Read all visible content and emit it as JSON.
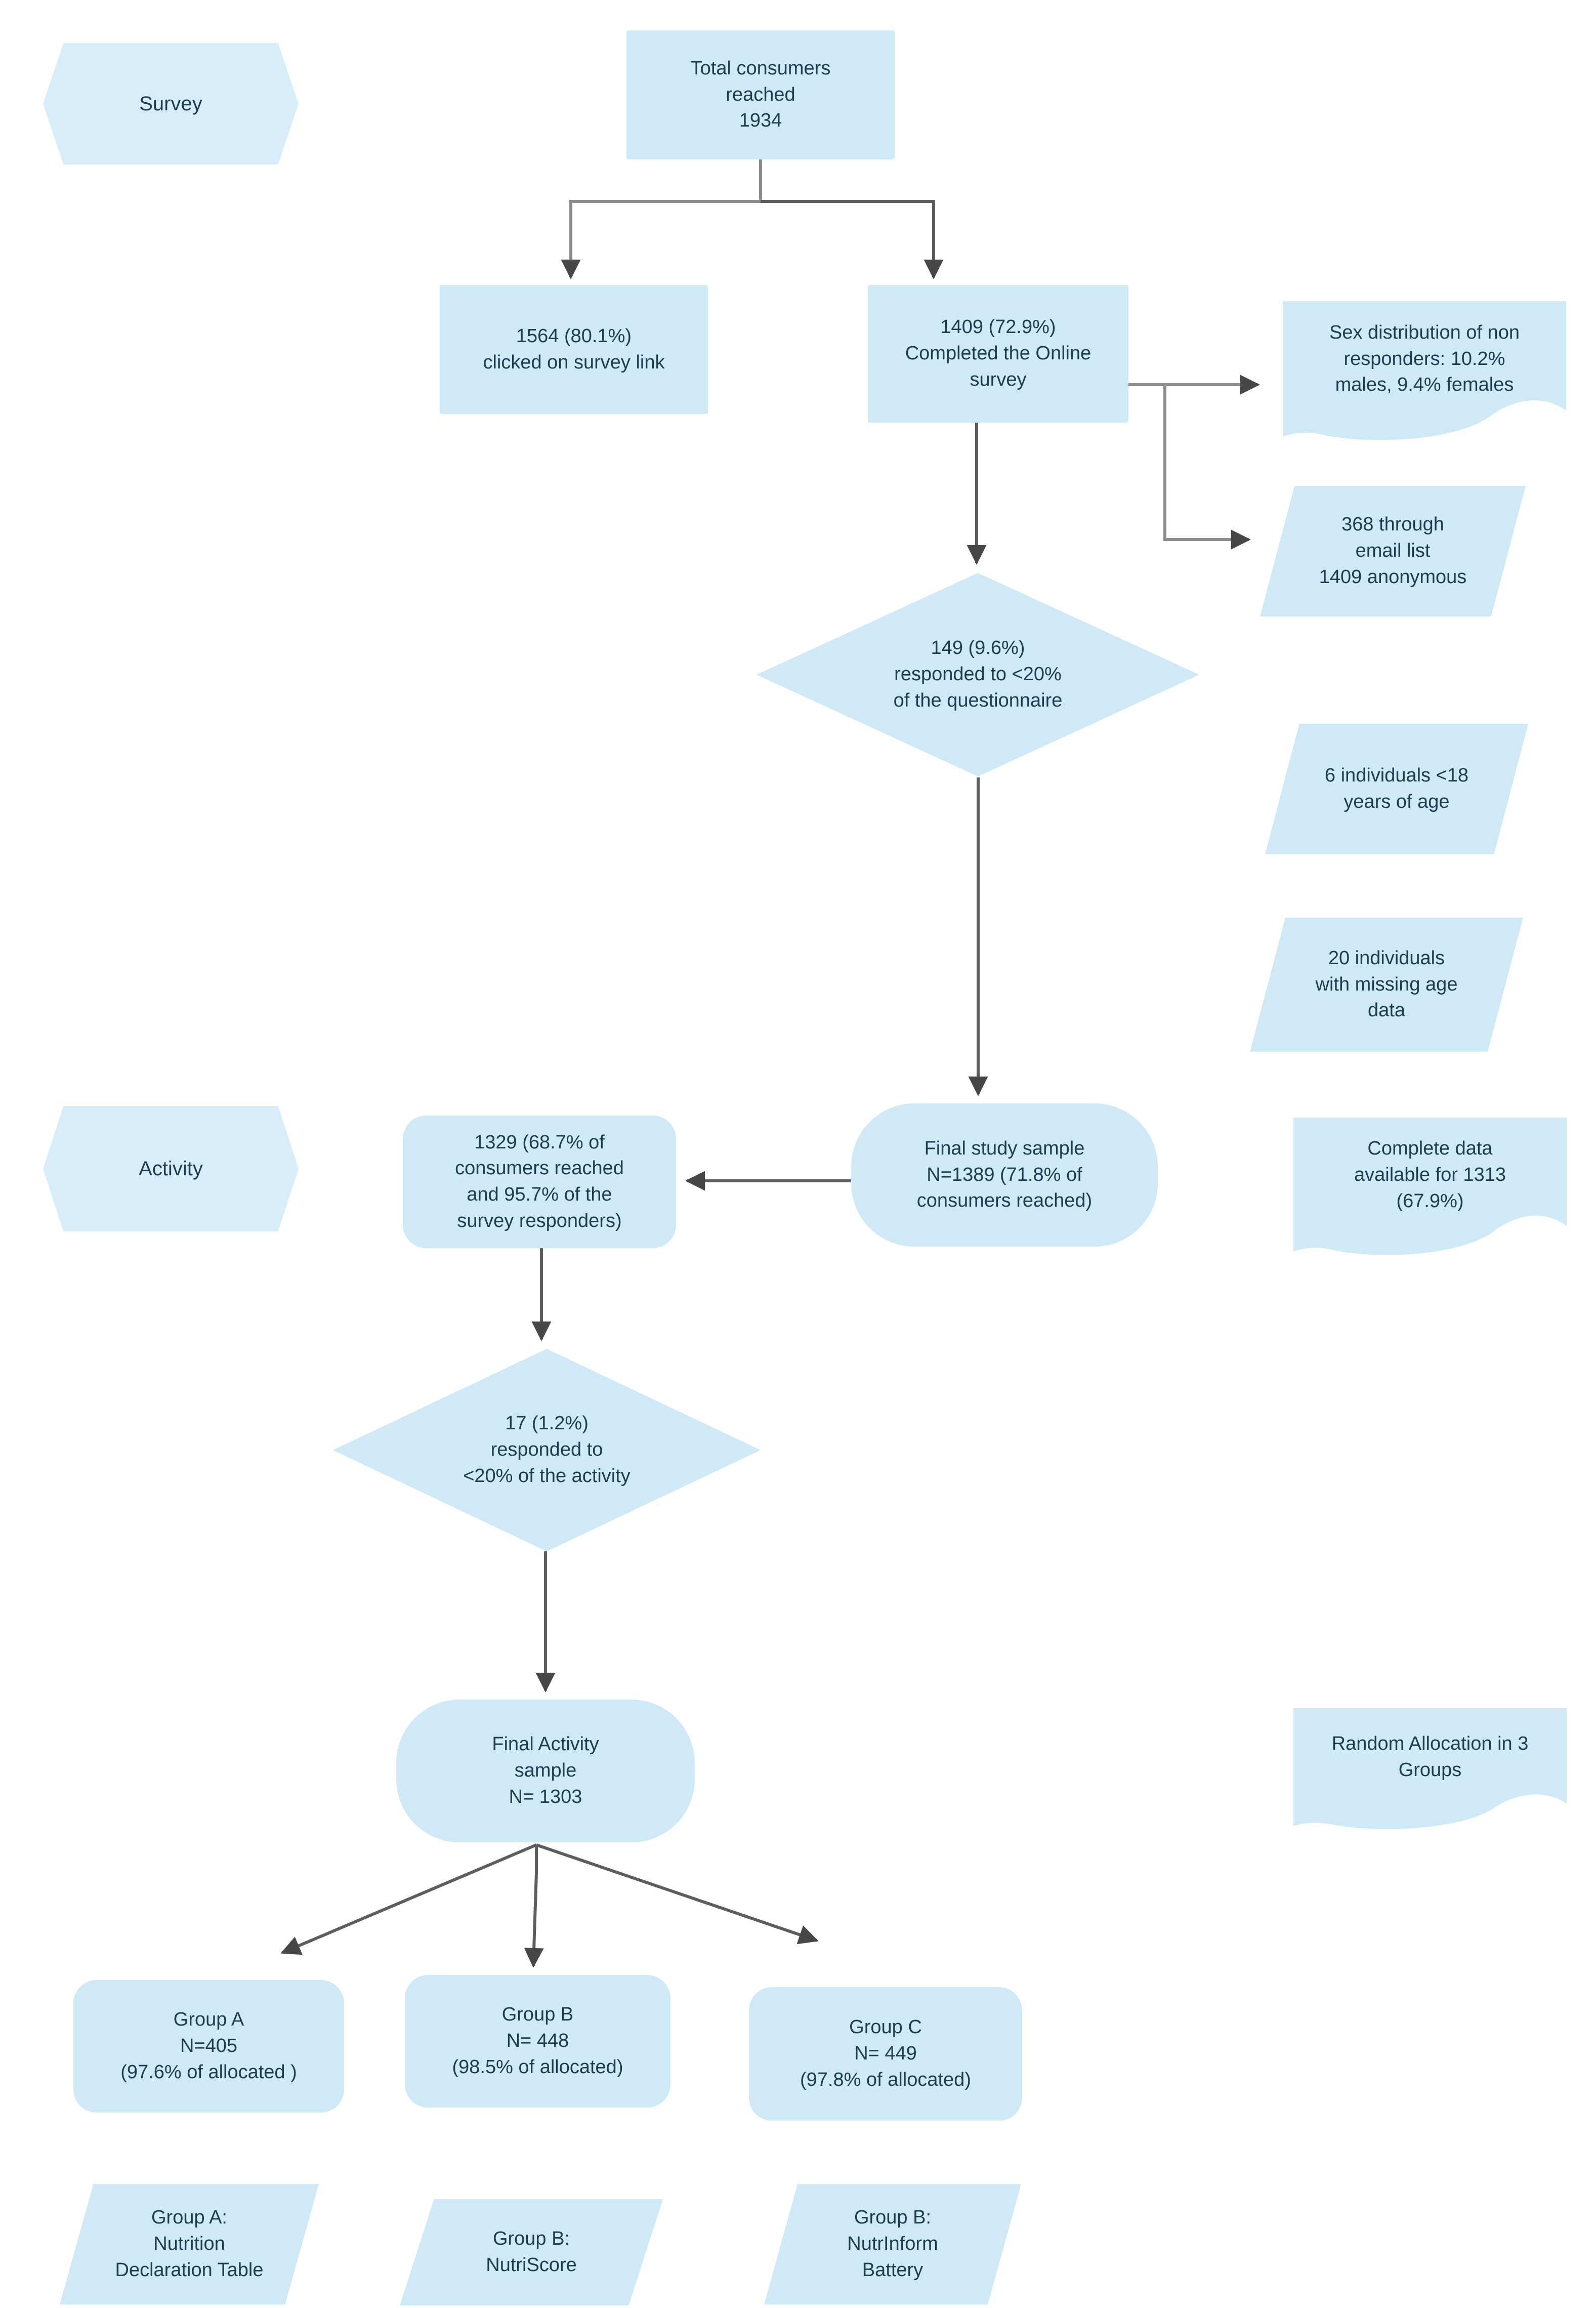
{
  "diagram": {
    "type": "flowchart",
    "colors": {
      "background": "#ffffff",
      "shape_fill": "#cfe9f7",
      "hexagon_fill": "#d7edf9",
      "text": "#1d3c50",
      "connector": "#8c8c8c",
      "connector_dark": "#5d5d5d",
      "arrowhead": "#474747"
    },
    "nodes": {
      "survey_phase": {
        "shape": "hexagon",
        "label": "Survey"
      },
      "total_consumers": {
        "shape": "rectangle",
        "label": "Total consumers\nreached\n1934"
      },
      "clicked_link": {
        "shape": "rectangle",
        "label": "1564 (80.1%)\nclicked on survey link"
      },
      "completed_survey": {
        "shape": "rectangle",
        "label": "1409 (72.9%)\nCompleted the Online\nsurvey"
      },
      "sex_distribution": {
        "shape": "document",
        "label": "Sex distribution of non\nresponders: 10.2%\nmales, 9.4% females"
      },
      "email_list": {
        "shape": "parallelogram",
        "label": "368 through\nemail list\n1409 anonymous"
      },
      "low_response_survey": {
        "shape": "diamond",
        "label": "149 (9.6%)\nresponded to <20%\nof the questionnaire"
      },
      "under_18": {
        "shape": "parallelogram",
        "label": "6 individuals <18\nyears of age"
      },
      "missing_age": {
        "shape": "parallelogram",
        "label": "20 individuals\nwith missing age\ndata"
      },
      "activity_phase": {
        "shape": "hexagon",
        "label": "Activity"
      },
      "activity_sample": {
        "shape": "rounded-rectangle",
        "label": "1329 (68.7% of\nconsumers reached\nand 95.7% of the\nsurvey responders)"
      },
      "final_study_sample": {
        "shape": "stadium",
        "label": "Final study sample\nN=1389 (71.8% of\nconsumers reached)"
      },
      "complete_data": {
        "shape": "document",
        "label": "Complete data\navailable for 1313\n(67.9%)"
      },
      "low_response_activity": {
        "shape": "diamond",
        "label": "17 (1.2%)\nresponded to\n<20% of the activity"
      },
      "final_activity_sample": {
        "shape": "stadium",
        "label": "Final Activity\nsample\nN= 1303"
      },
      "random_allocation": {
        "shape": "document",
        "label": "Random Allocation in 3\nGroups"
      },
      "group_a": {
        "shape": "rounded-rectangle",
        "label": "Group A\nN=405\n(97.6% of allocated )"
      },
      "group_b": {
        "shape": "rounded-rectangle",
        "label": "Group B\nN= 448\n(98.5% of allocated)"
      },
      "group_c": {
        "shape": "rounded-rectangle",
        "label": "Group C\nN= 449\n(97.8% of allocated)"
      },
      "group_a_intervention": {
        "shape": "parallelogram",
        "label": "Group A:\nNutrition\nDeclaration Table"
      },
      "group_b_intervention": {
        "shape": "parallelogram",
        "label": "Group B:\nNutriScore"
      },
      "group_c_intervention": {
        "shape": "parallelogram",
        "label": "Group B:\nNutrInform\nBattery"
      }
    },
    "connections": [
      {
        "from": "total_consumers",
        "to": "clicked_link"
      },
      {
        "from": "total_consumers",
        "to": "completed_survey"
      },
      {
        "from": "completed_survey",
        "to": "sex_distribution"
      },
      {
        "from": "completed_survey",
        "to": "email_list"
      },
      {
        "from": "completed_survey",
        "to": "low_response_survey"
      },
      {
        "from": "low_response_survey",
        "to": "final_study_sample"
      },
      {
        "from": "final_study_sample",
        "to": "activity_sample"
      },
      {
        "from": "activity_sample",
        "to": "low_response_activity"
      },
      {
        "from": "low_response_activity",
        "to": "final_activity_sample"
      },
      {
        "from": "final_activity_sample",
        "to": "group_a"
      },
      {
        "from": "final_activity_sample",
        "to": "group_b"
      },
      {
        "from": "final_activity_sample",
        "to": "group_c"
      }
    ]
  }
}
